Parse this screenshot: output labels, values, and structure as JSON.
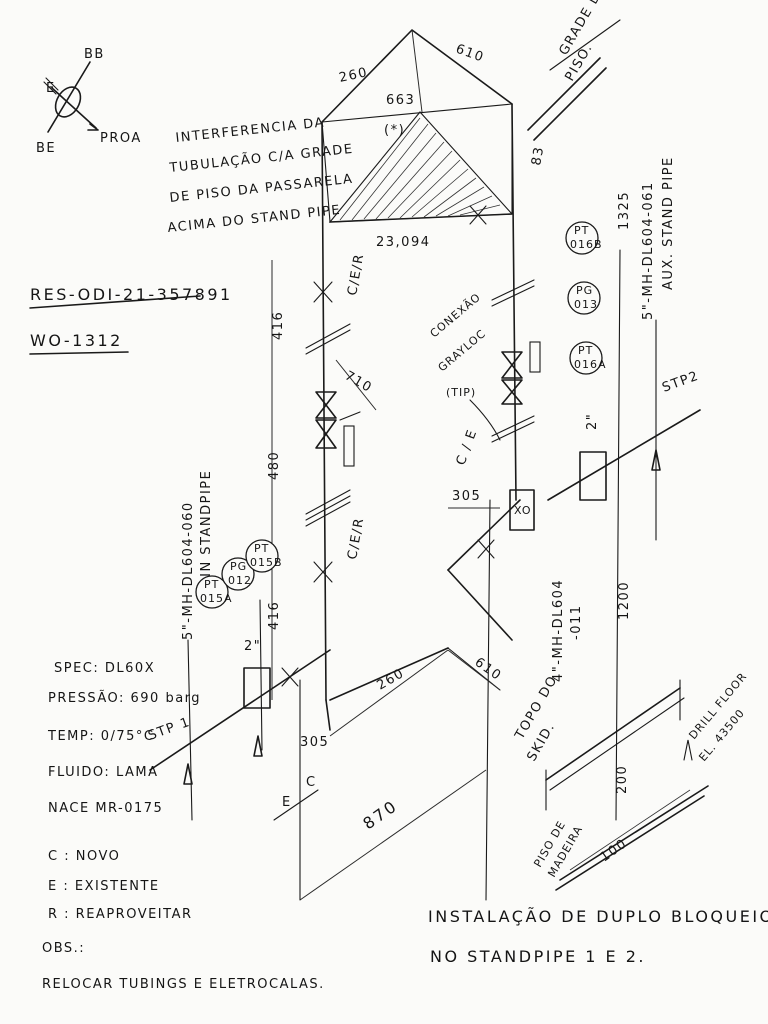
{
  "compass": {
    "label_n": "BB",
    "label_s": "BE",
    "label_w": "E",
    "label_proa": "PROA"
  },
  "interference_note": [
    "INTERFERENCIA DA",
    "TUBULAÇÃO C/A GRADE",
    "DE PISO DA PASSARELA",
    "ACIMA DO STAND PIPE"
  ],
  "grade_label": [
    "GRADE DE",
    "PISO."
  ],
  "drawing_ref": [
    "RES-ODI-21-357891",
    "WO-1312"
  ],
  "line_main": [
    "5\"-MH-DL604-060",
    "MAIN STANDPIPE"
  ],
  "line_aux": [
    "5\"-MH-DL604-061",
    "AUX. STAND PIPE"
  ],
  "line_skid": [
    "4\"-MH-DL604",
    "-011"
  ],
  "instruments_left": [
    {
      "tag": [
        "PT",
        "015A"
      ]
    },
    {
      "tag": [
        "PG",
        "012"
      ]
    },
    {
      "tag": [
        "PT",
        "015B"
      ]
    }
  ],
  "instruments_right": [
    {
      "tag": [
        "PT",
        "016B"
      ]
    },
    {
      "tag": [
        "PG",
        "013"
      ]
    },
    {
      "tag": [
        "PT",
        "016A"
      ]
    }
  ],
  "connection_note": [
    "CONEXÃO",
    "GRAYLOC",
    "(TIP)"
  ],
  "dimensions": {
    "d260_top": "260",
    "d610_top": "610",
    "d663": "663",
    "d_star": "(*)",
    "d23094": "23,094",
    "d83": "83",
    "d1325": "1325",
    "d416_top": "416",
    "d710": "710",
    "d480": "480",
    "d305_right": "305",
    "d416_low": "416",
    "d260_low": "260",
    "d610_low": "610",
    "d1200": "1200",
    "d305_low": "305",
    "d870": "870",
    "d200": "200",
    "d100": "100"
  },
  "size_marks": {
    "left": "2\"",
    "right": "2\""
  },
  "status_marks": {
    "c_e_top": "C/E/R",
    "c_e_mid": "C/E/R",
    "c_e_right": "C / E",
    "e_c_bottom_e": "E",
    "e_c_bottom_c": "C",
    "xo": "XO"
  },
  "stp_labels": {
    "stp1": "STP 1",
    "stp2": "STP2"
  },
  "process_data": [
    "SPEC: DL60X",
    "PRESSÃO: 690 barg",
    "TEMP: 0/75°C",
    "FLUIDO: LAMA",
    "NACE MR-0175"
  ],
  "legend": [
    "C : NOVO",
    "E : EXISTENTE",
    "R : REAPROVEITAR"
  ],
  "obs": [
    "OBS.:",
    "RELOCAR TUBINGS E ELETROCALAS."
  ],
  "skid_label": [
    "TOPO DO",
    "SKID."
  ],
  "drill_floor": [
    "DRILL FLOOR",
    "EL. 43500"
  ],
  "piso_madeira": [
    "PISO DE",
    "MADEIRA"
  ],
  "title": [
    "INSTALAÇÃO DE DUPLO BLOQUEIO",
    "NO STANDPIPE 1 E 2."
  ]
}
